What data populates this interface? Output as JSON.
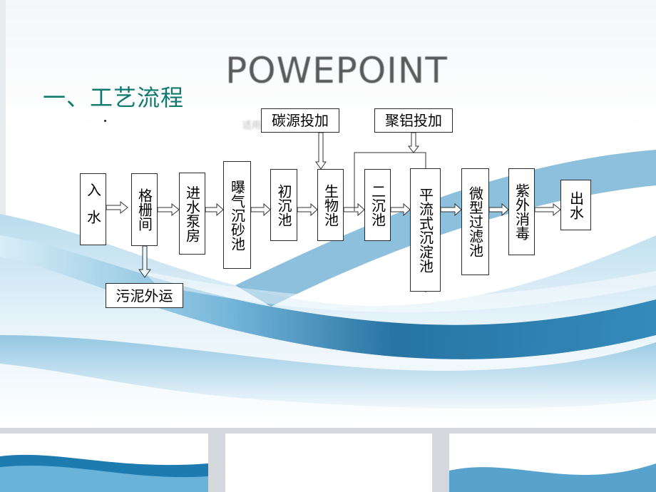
{
  "watermark": {
    "title": "POWEPOINT",
    "subtitle": "适用……相关"
  },
  "heading": "一、工艺流程",
  "process_steps": [
    {
      "id": "inflow",
      "label": "入水"
    },
    {
      "id": "screen",
      "label": "格栅间"
    },
    {
      "id": "pump",
      "label": "进水泵房"
    },
    {
      "id": "grit",
      "label": "曝气沉砂池"
    },
    {
      "id": "primary",
      "label": "初沉池"
    },
    {
      "id": "bio",
      "label": "生物池"
    },
    {
      "id": "secondary",
      "label": "二沉池"
    },
    {
      "id": "advection",
      "label": "平流式沉淀池"
    },
    {
      "id": "microfilter",
      "label": "微型过滤池"
    },
    {
      "id": "uv",
      "label": "紫外消毒"
    },
    {
      "id": "outflow",
      "label": "出水"
    }
  ],
  "side_inputs": {
    "carbon": "碳源投加",
    "aluminum": "聚铝投加"
  },
  "side_output": {
    "sludge": "污泥外运"
  },
  "colors": {
    "heading": "#0f7a6f",
    "arrow_fill": "#ffffff",
    "arrow_stroke": "#333333",
    "wave_dark": "#1b6e9e",
    "wave_light": "#bfe3f2"
  }
}
